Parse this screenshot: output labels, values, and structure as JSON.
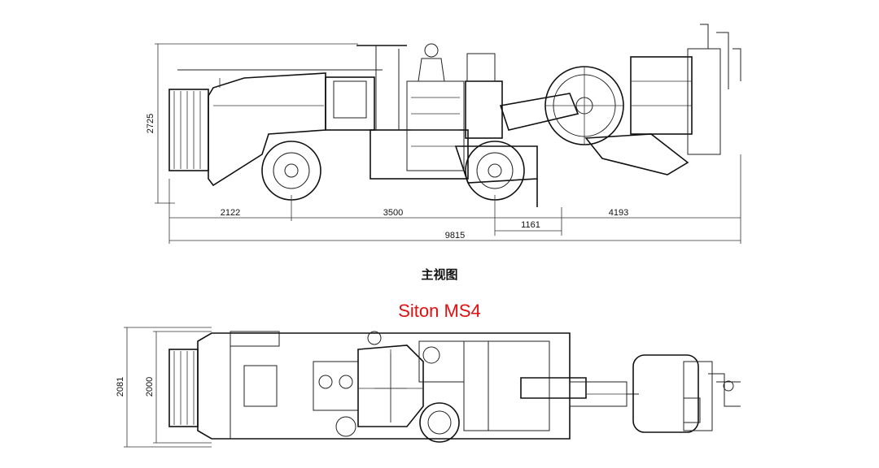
{
  "front_view": {
    "dimensions": {
      "height": "2725",
      "segment_1": "2122",
      "segment_2": "3500",
      "segment_3": "1161",
      "segment_4": "4193",
      "overall_length": "9815"
    },
    "caption": "主视图"
  },
  "model_name": "Siton MS4",
  "top_view": {
    "dimensions": {
      "overall_width": "2081",
      "body_width": "2000"
    }
  },
  "colors": {
    "model_name": "#e01010",
    "lines": "#222222"
  }
}
